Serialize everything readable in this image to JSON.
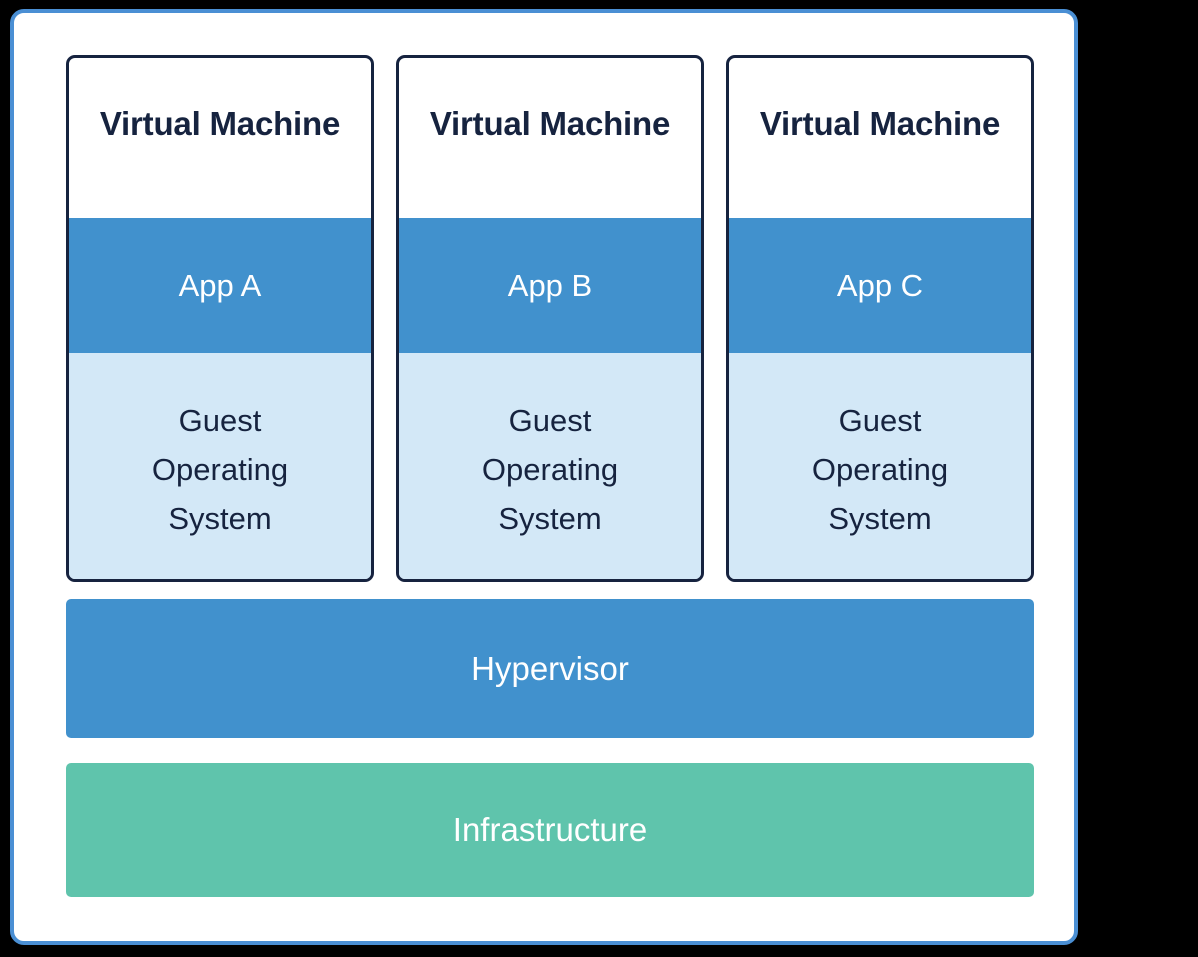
{
  "diagram": {
    "name": "virtual-machine-architecture",
    "frame_border_color": "#4a8fd4",
    "background_color": "#ffffff"
  },
  "virtual_machines": [
    {
      "title": "Virtual Machine",
      "app_label": "App A",
      "guest_os_lines": [
        "Guest",
        "Operating",
        "System"
      ],
      "app_band_color": "#4191cd",
      "guest_band_color": "#d3e8f7",
      "border_color": "#16233f"
    },
    {
      "title": "Virtual Machine",
      "app_label": "App B",
      "guest_os_lines": [
        "Guest",
        "Operating",
        "System"
      ],
      "app_band_color": "#4191cd",
      "guest_band_color": "#d3e8f7",
      "border_color": "#16233f"
    },
    {
      "title": "Virtual Machine",
      "app_label": "App C",
      "guest_os_lines": [
        "Guest",
        "Operating",
        "System"
      ],
      "app_band_color": "#4191cd",
      "guest_band_color": "#d3e8f7",
      "border_color": "#16233f"
    }
  ],
  "layers": [
    {
      "label": "Hypervisor",
      "color": "#4191cd",
      "text_color": "#ffffff"
    },
    {
      "label": "Infrastructure",
      "color": "#5fc4ac",
      "text_color": "#ffffff"
    }
  ]
}
